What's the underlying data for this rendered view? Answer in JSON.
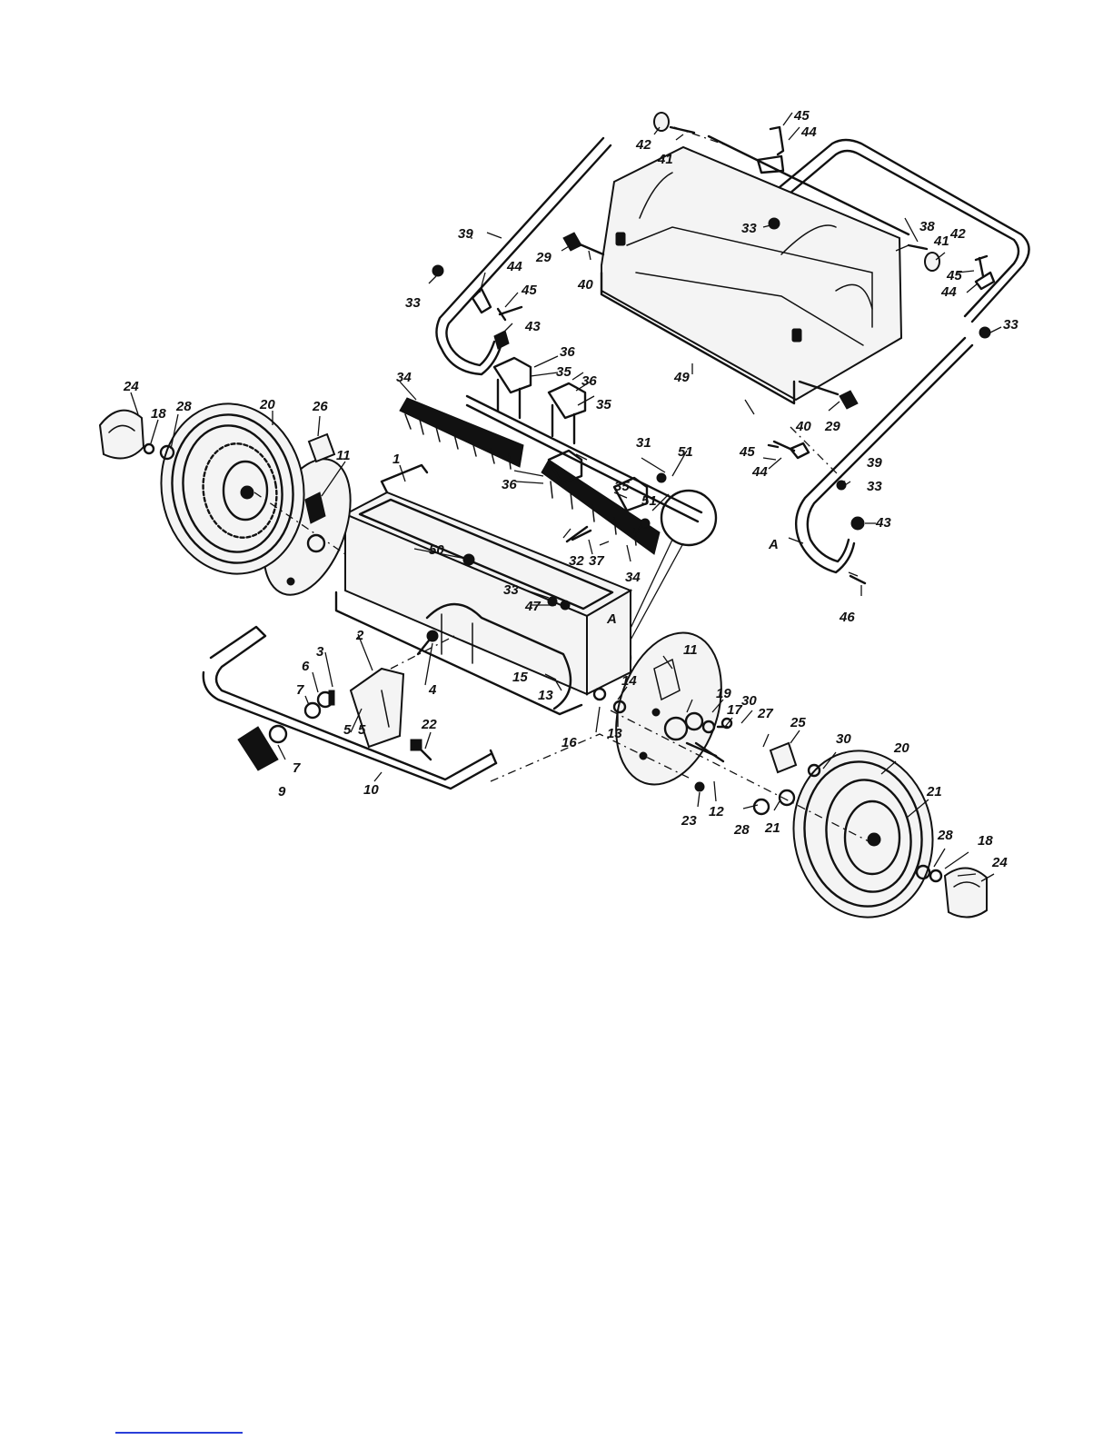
{
  "diagram": {
    "callouts": [
      {
        "label": "1"
      },
      {
        "label": "2"
      },
      {
        "label": "3"
      },
      {
        "label": "4"
      },
      {
        "label": "5"
      },
      {
        "label": "5"
      },
      {
        "label": "6"
      },
      {
        "label": "7"
      },
      {
        "label": "7"
      },
      {
        "label": "9"
      },
      {
        "label": "10"
      },
      {
        "label": "11"
      },
      {
        "label": "11"
      },
      {
        "label": "12"
      },
      {
        "label": "13"
      },
      {
        "label": "13"
      },
      {
        "label": "14"
      },
      {
        "label": "15"
      },
      {
        "label": "16"
      },
      {
        "label": "17"
      },
      {
        "label": "18"
      },
      {
        "label": "18"
      },
      {
        "label": "19"
      },
      {
        "label": "20"
      },
      {
        "label": "20"
      },
      {
        "label": "21"
      },
      {
        "label": "21"
      },
      {
        "label": "22"
      },
      {
        "label": "23"
      },
      {
        "label": "24"
      },
      {
        "label": "24"
      },
      {
        "label": "25"
      },
      {
        "label": "26"
      },
      {
        "label": "27"
      },
      {
        "label": "28"
      },
      {
        "label": "28"
      },
      {
        "label": "28"
      },
      {
        "label": "29"
      },
      {
        "label": "29"
      },
      {
        "label": "30"
      },
      {
        "label": "30"
      },
      {
        "label": "31"
      },
      {
        "label": "32"
      },
      {
        "label": "33"
      },
      {
        "label": "33"
      },
      {
        "label": "33"
      },
      {
        "label": "33"
      },
      {
        "label": "33"
      },
      {
        "label": "34"
      },
      {
        "label": "34"
      },
      {
        "label": "35"
      },
      {
        "label": "35"
      },
      {
        "label": "35"
      },
      {
        "label": "36"
      },
      {
        "label": "36"
      },
      {
        "label": "36"
      },
      {
        "label": "37"
      },
      {
        "label": "38"
      },
      {
        "label": "39"
      },
      {
        "label": "39"
      },
      {
        "label": "40"
      },
      {
        "label": "40"
      },
      {
        "label": "41"
      },
      {
        "label": "41"
      },
      {
        "label": "42"
      },
      {
        "label": "42"
      },
      {
        "label": "43"
      },
      {
        "label": "43"
      },
      {
        "label": "44"
      },
      {
        "label": "44"
      },
      {
        "label": "44"
      },
      {
        "label": "44"
      },
      {
        "label": "45"
      },
      {
        "label": "45"
      },
      {
        "label": "45"
      },
      {
        "label": "45"
      },
      {
        "label": "46"
      },
      {
        "label": "47"
      },
      {
        "label": "49"
      },
      {
        "label": "50"
      },
      {
        "label": "51"
      },
      {
        "label": "51"
      },
      {
        "label": "A"
      },
      {
        "label": "A"
      }
    ]
  }
}
